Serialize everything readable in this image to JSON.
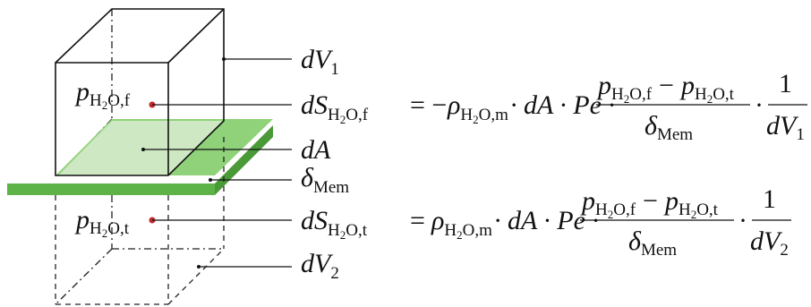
{
  "labels": {
    "dV1": {
      "base": "dV",
      "sub": "1"
    },
    "dV2": {
      "base": "dV",
      "sub": "2"
    },
    "dA": "dA",
    "delta_mem": {
      "base": "δ",
      "sub": "Mem"
    },
    "p_f": {
      "base": "p",
      "sub": "H",
      "sub2": "2",
      "sub3": "O,f"
    },
    "p_t": {
      "base": "p",
      "sub": "H",
      "sub2": "2",
      "sub3": "O,t"
    }
  },
  "equations": {
    "feed": {
      "lhs_base": "dS",
      "lhs_sub": "H",
      "lhs_sub2": "2",
      "lhs_sub3": "O,f",
      "eq": "= −",
      "rho": "ρ",
      "rho_sub": "H",
      "rho_sub2": "2",
      "rho_sub3": "O,m",
      "mid": "· dA · Pe ·",
      "num_p1": "p",
      "num_p1_sub": "H",
      "num_p1_sub2": "2",
      "num_p1_sub3": "O,f",
      "minus": "−",
      "num_p2": "p",
      "num_p2_sub": "H",
      "num_p2_sub2": "2",
      "num_p2_sub3": "O,t",
      "den": "δ",
      "den_sub": "Mem",
      "dot": "·",
      "frac2_num": "1",
      "frac2_den": "dV",
      "frac2_den_sub": "1"
    },
    "permeate": {
      "lhs_base": "dS",
      "lhs_sub": "H",
      "lhs_sub2": "2",
      "lhs_sub3": "O,t",
      "eq": "=",
      "rho": "ρ",
      "rho_sub": "H",
      "rho_sub2": "2",
      "rho_sub3": "O,m",
      "mid": "· dA · Pe ·",
      "num_p1": "p",
      "num_p1_sub": "H",
      "num_p1_sub2": "2",
      "num_p1_sub3": "O,f",
      "minus": "−",
      "num_p2": "p",
      "num_p2_sub": "H",
      "num_p2_sub2": "2",
      "num_p2_sub3": "O,t",
      "den": "δ",
      "den_sub": "Mem",
      "dot": "·",
      "frac2_num": "1",
      "frac2_den": "dV",
      "frac2_den_sub": "2"
    }
  },
  "colors": {
    "membrane_top": "#8fd27a",
    "membrane_front": "#5db348",
    "membrane_side": "#4a9a38",
    "membrane_light": "#cfe8c4",
    "point": "#c0282a"
  }
}
